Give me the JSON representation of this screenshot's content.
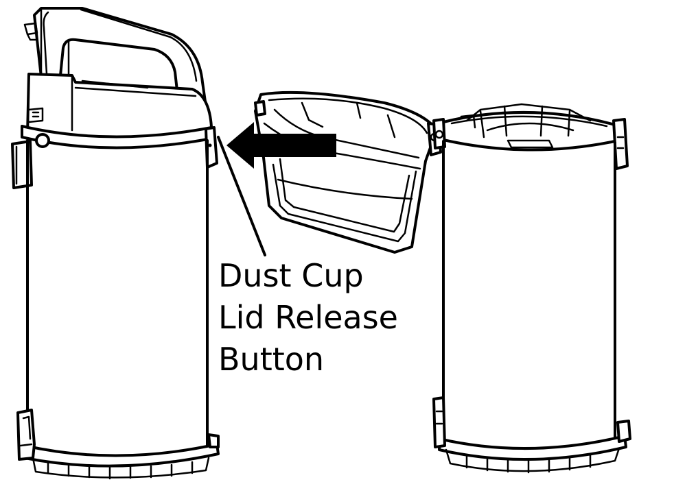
{
  "callout": {
    "lines": [
      "Dust Cup",
      "Lid Release",
      "Button"
    ]
  },
  "colors": {
    "line": "#000000",
    "background": "#ffffff"
  }
}
